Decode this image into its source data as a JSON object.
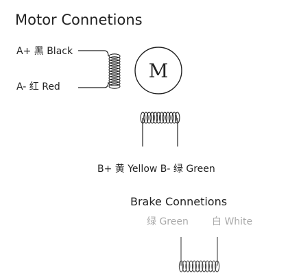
{
  "motor_title": "Motor Connetions",
  "a_plus_label": "A+ 黑 Black",
  "a_minus_label": "A- 红 Red",
  "motor_symbol": "M",
  "b_labels": "B+ 黄 Yellow B- 绿 Green",
  "brake_title": "Brake Connetions",
  "brake_green": "绿 Green",
  "brake_white": "白 White"
}
